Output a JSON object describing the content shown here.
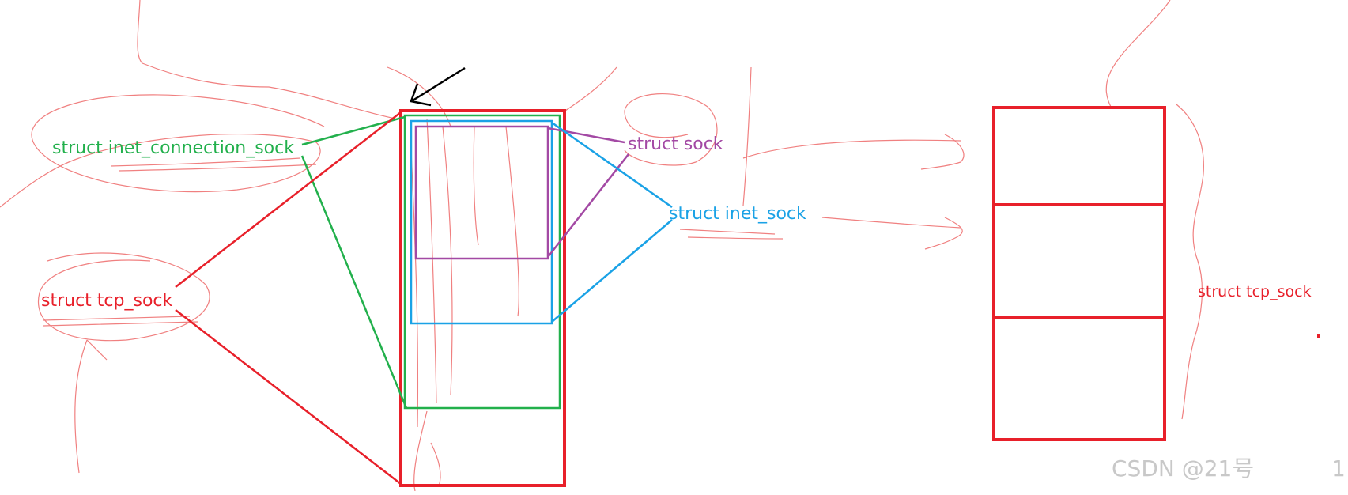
{
  "labels": {
    "inet_connection_sock": "struct inet_connection_sock",
    "sock": "struct sock",
    "inet_sock": "struct inet_sock",
    "tcp_sock_left": "struct tcp_sock",
    "tcp_sock_right": "struct tcp_sock"
  },
  "watermark": "CSDN @21号",
  "page_number": "1",
  "colors": {
    "tcp_sock": "#e8202a",
    "inet_connection_sock": "#22b04c",
    "inet_sock": "#1aa2e6",
    "sock": "#a349a4",
    "arrow": "#000000",
    "scribble": "#f08080"
  }
}
